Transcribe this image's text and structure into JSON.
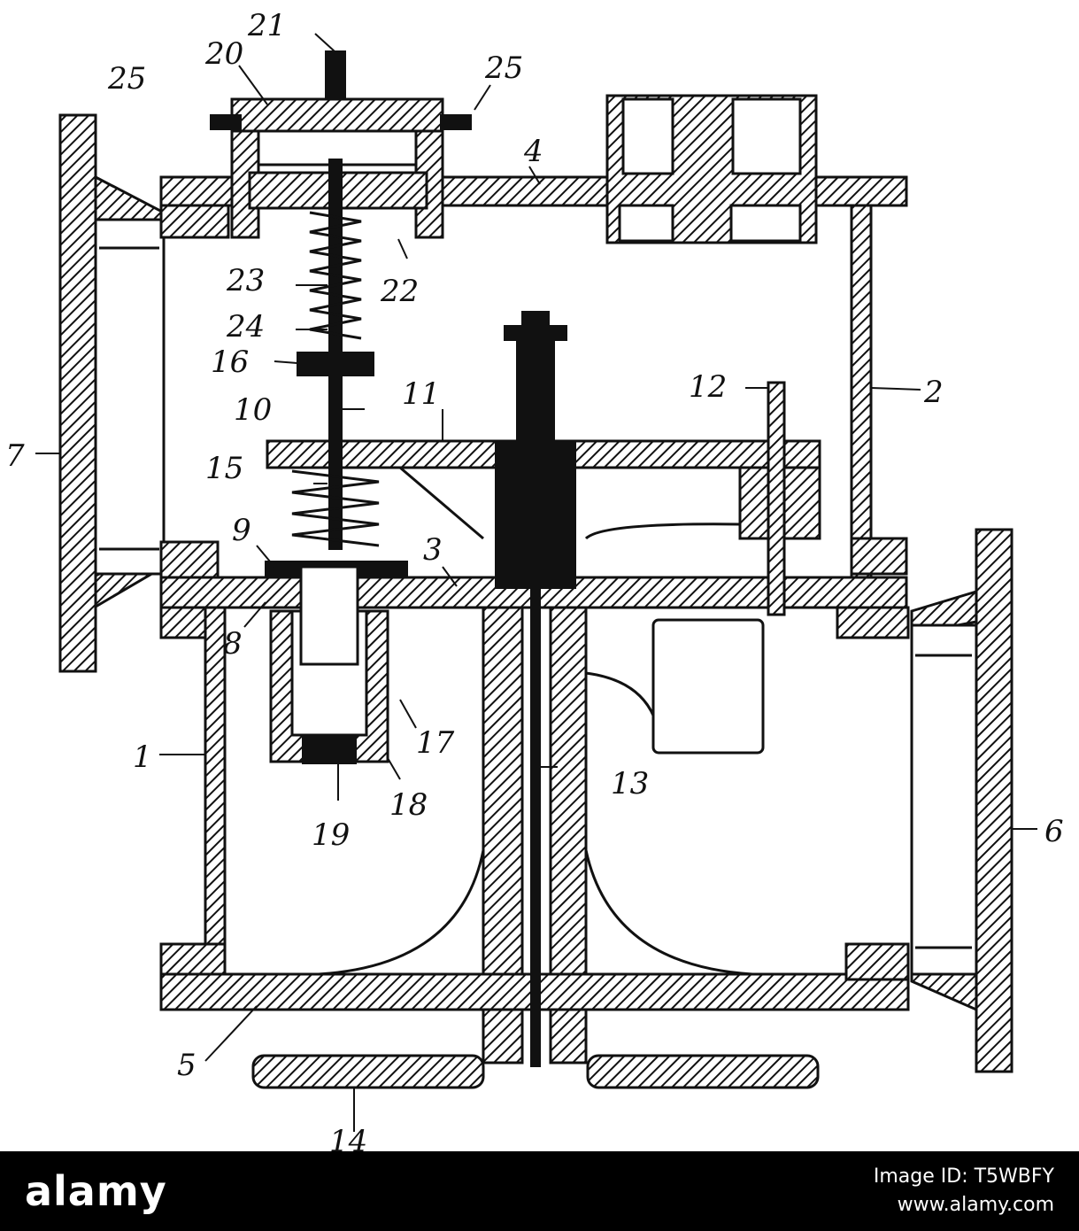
{
  "diagram": {
    "labels": {
      "n1": "1",
      "n2": "2",
      "n3": "3",
      "n4": "4",
      "n5": "5",
      "n6": "6",
      "n7": "7",
      "n8": "8",
      "n9": "9",
      "n10": "10",
      "n11": "11",
      "n12": "12",
      "n13": "13",
      "n14": "14",
      "n15": "15",
      "n16": "16",
      "n17": "17",
      "n18": "18",
      "n19": "19",
      "n20": "20",
      "n21": "21",
      "n22": "22",
      "n23": "23",
      "n24": "24",
      "n25a": "25",
      "n25b": "25"
    }
  },
  "footer": {
    "brand": "alamy",
    "image_id": "Image ID: T5WBFY",
    "url": "www.alamy.com"
  },
  "colors": {
    "ink": "#111111",
    "background": "#ffffff",
    "footer_bg": "#000000"
  }
}
